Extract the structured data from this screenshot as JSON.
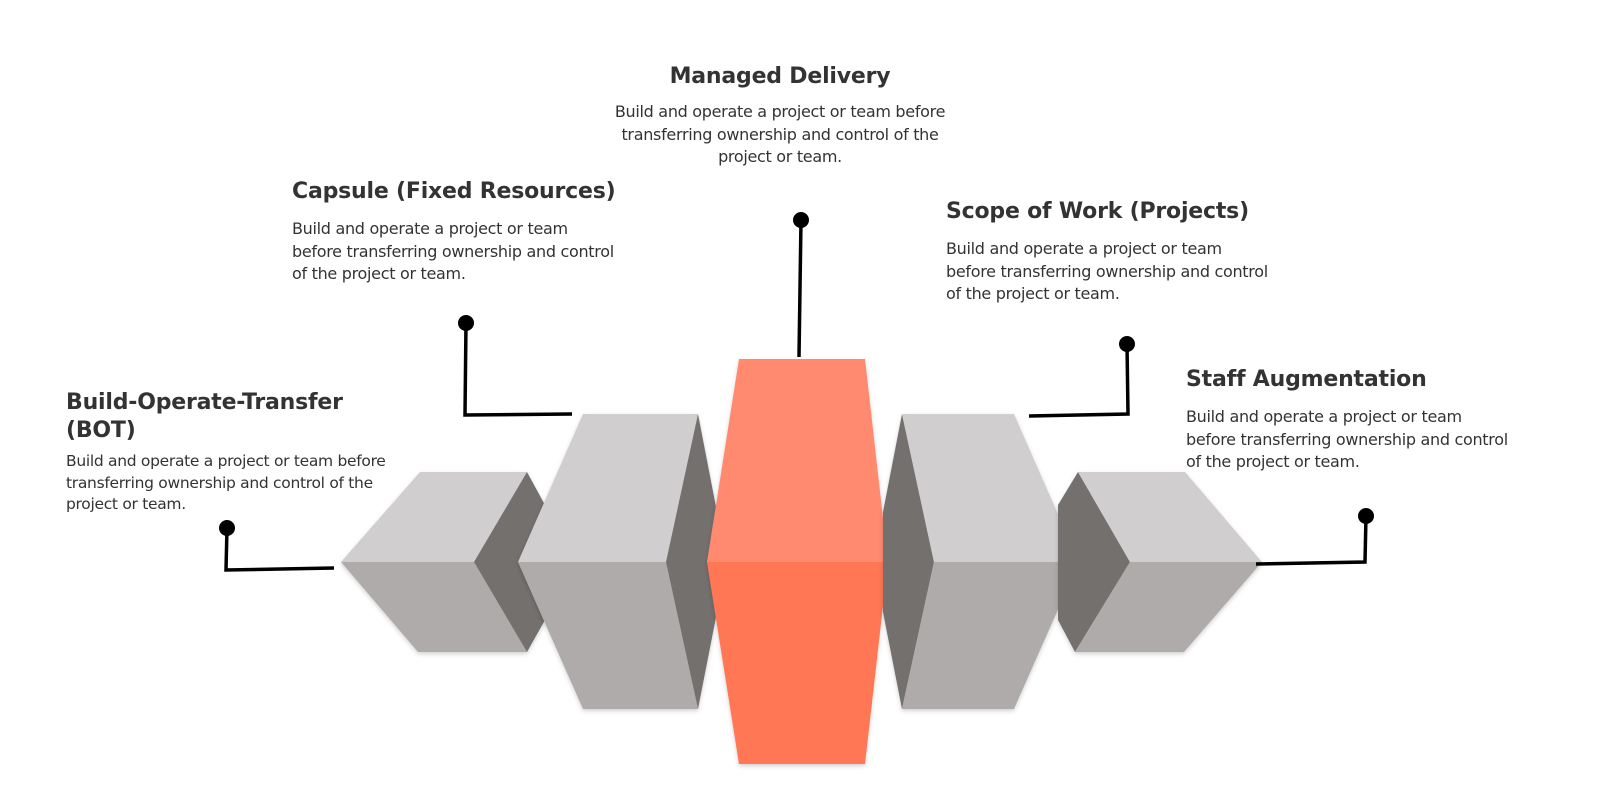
{
  "diagram": {
    "type": "engagement-models",
    "colors": {
      "highlight_top": "#FF8A70",
      "highlight_bottom": "#FF7755",
      "block_top": "#D0CECF",
      "block_front": "#AFABAA",
      "block_side": "#736F6E",
      "connector": "#000000",
      "text": "#333333"
    },
    "items": [
      {
        "title": "Build-Operate-Transfer (BOT)",
        "description": "Build and operate a project or team before transferring ownership and control of the project or team.",
        "highlighted": false
      },
      {
        "title": "Capsule (Fixed Resources)",
        "description": "Build and operate a project or team before transferring ownership and control of the project or team.",
        "highlighted": false
      },
      {
        "title": "Managed Delivery",
        "description": "Build and operate a project or team before transferring ownership and control of the project or team.",
        "highlighted": true
      },
      {
        "title": "Scope of Work (Projects)",
        "description": "Build and operate a project or team before transferring ownership and control of the project or team.",
        "highlighted": false
      },
      {
        "title": "Staff Augmentation",
        "description": "Build and operate a project or team before transferring ownership and control of the project or team.",
        "highlighted": false
      }
    ]
  }
}
